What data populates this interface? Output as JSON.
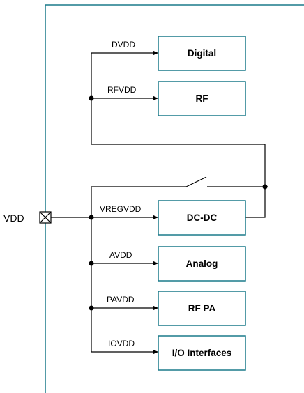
{
  "diagram": {
    "supply_label": "VDD",
    "rails": [
      {
        "name": "DVDD",
        "block": "Digital"
      },
      {
        "name": "RFVDD",
        "block": "RF"
      },
      {
        "name": "VREGVDD",
        "block": "DC-DC"
      },
      {
        "name": "AVDD",
        "block": "Analog"
      },
      {
        "name": "PAVDD",
        "block": "RF PA"
      },
      {
        "name": "IOVDD",
        "block": "I/O Interfaces"
      }
    ]
  },
  "colors": {
    "boundary": "#1a7a8a",
    "block_border": "#1a7a8a",
    "wire": "#000000"
  }
}
